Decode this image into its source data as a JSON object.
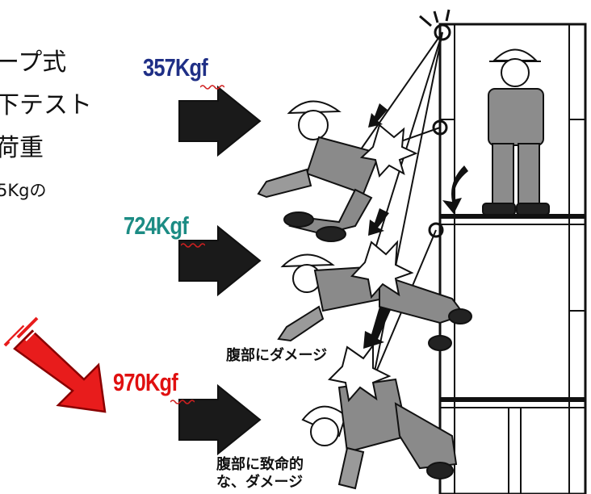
{
  "headline": {
    "line1": "ープ式",
    "line2": "下テスト",
    "line3": "荷重",
    "line4": "5Kgの"
  },
  "loads": [
    {
      "label": "357Kgf",
      "color": "#1f2f86"
    },
    {
      "label": "724Kgf",
      "color": "#1c8c84"
    },
    {
      "label": "970Kgf",
      "color": "#e01010"
    }
  ],
  "notes": {
    "damage": "腹部にダメージ",
    "fatal_line1": "腹部に致命的",
    "fatal_line2": "な、ダメージ"
  },
  "colors": {
    "accent_arrow": "#e81c1c",
    "ink": "#111111"
  }
}
